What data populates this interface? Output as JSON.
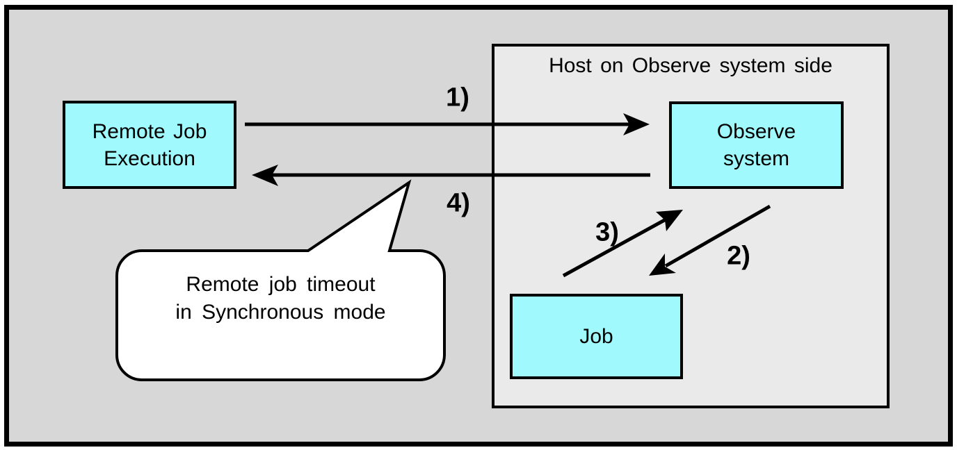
{
  "host": {
    "title": "Host on Observe system side"
  },
  "nodes": {
    "remote_job_execution": {
      "line1": "Remote Job",
      "line2": "Execution"
    },
    "observe_system": {
      "line1": "Observe",
      "line2": "system"
    },
    "job": {
      "label": "Job"
    }
  },
  "arrows": {
    "a1": {
      "label": "1)",
      "from": "Remote Job Execution",
      "to": "Observe system"
    },
    "a2": {
      "label": "2)",
      "from": "Observe system",
      "to": "Job"
    },
    "a3": {
      "label": "3)",
      "from": "Job",
      "to": "Observe system"
    },
    "a4": {
      "label": "4)",
      "from": "Observe system",
      "to": "Remote Job Execution"
    }
  },
  "callout": {
    "line1": "Remote job timeout",
    "line2": "in Synchronous mode"
  },
  "colors": {
    "page_margin": "#ffffff",
    "canvas_fill": "#d7d7d7",
    "host_fill": "#eaeaea",
    "node_fill": "#a0f9fc",
    "line": "#000000",
    "callout_fill": "#ffffff"
  }
}
